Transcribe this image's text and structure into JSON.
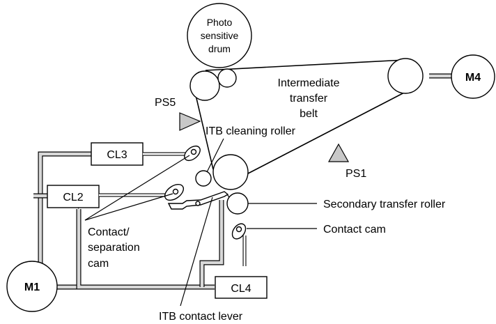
{
  "labels": {
    "drum": [
      "Photo",
      "sensitive",
      "drum"
    ],
    "motor_m4": "M4",
    "motor_m1": "M1",
    "belt": [
      "Intermediate",
      "transfer",
      "belt"
    ],
    "ps5": "PS5",
    "ps1": "PS1",
    "itb_cleaning_roller": "ITB cleaning roller",
    "cl3": "CL3",
    "cl2": "CL2",
    "cl4": "CL4",
    "secondary_transfer_roller": "Secondary transfer roller",
    "contact_cam": "Contact cam",
    "contact_separation_cam": [
      "Contact/",
      "separation",
      "cam"
    ],
    "itb_contact_lever": "ITB contact lever"
  }
}
